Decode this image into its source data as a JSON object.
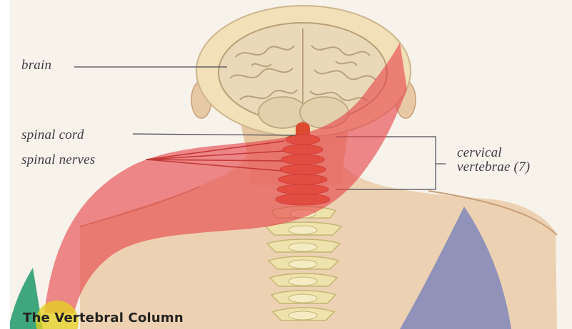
{
  "labels": {
    "brain": "brain",
    "spinal_cord": "spinal cord",
    "spinal_nerves": "spinal nerves",
    "cervical": "cervical",
    "vertebrae": "vertebrae (7)"
  },
  "caption": "The Vertebral Column",
  "colors": {
    "background": "#f7f2ea",
    "skin": "#ecd2b2",
    "skin_shadow": "#c99f79",
    "hair": "#f1e0b8",
    "brain": "#ead9b9",
    "bone": "#efe3ad",
    "bone_shadow": "#c4b573",
    "spinal_red": "#dc4a2f",
    "overlay_red": "#e6444a",
    "overlay_blue": "#6c78bd",
    "overlay_green": "#1f9a6a",
    "overlay_yellow": "#e4cf24",
    "label_text": "#3b3a44",
    "caption_text": "#242120"
  }
}
